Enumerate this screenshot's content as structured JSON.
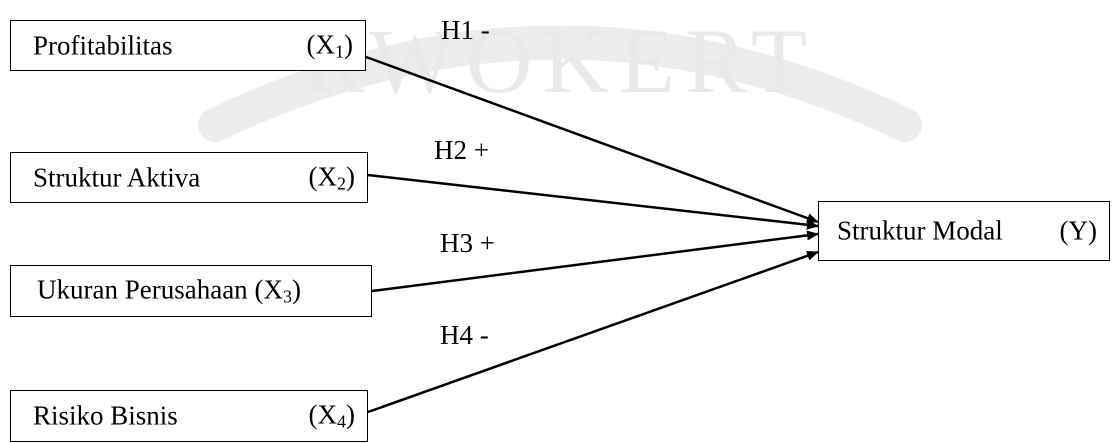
{
  "diagram": {
    "watermark": "RWOKERT",
    "independent_variables": [
      {
        "name": "Profitabilitas",
        "variable": "X",
        "index": "1"
      },
      {
        "name": "Struktur Aktiva",
        "variable": "X",
        "index": "2"
      },
      {
        "name": "Ukuran Perusahaan ",
        "variable": "X",
        "index": "3"
      },
      {
        "name": "Risiko Bisnis",
        "variable": "X",
        "index": "4"
      }
    ],
    "dependent_variable": {
      "name": "Struktur Modal",
      "variable": "(Y)"
    },
    "hypotheses": [
      {
        "label": "H1 -",
        "sign": "-"
      },
      {
        "label": "H2 +",
        "sign": "+"
      },
      {
        "label": "H3 +",
        "sign": "+"
      },
      {
        "label": "H4 -",
        "sign": "-"
      }
    ]
  }
}
